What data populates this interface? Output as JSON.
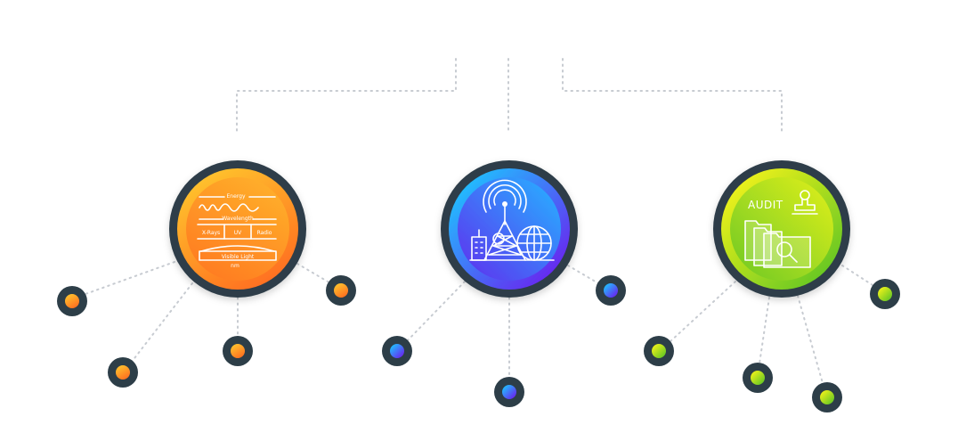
{
  "colors": {
    "ring": "#2d3e48",
    "connector": "#c7cbd1",
    "orange": [
      "#ffc62e",
      "#ff6a1f"
    ],
    "blue": [
      "#1fc2ff",
      "#6a22ef"
    ],
    "green": [
      "#f2f21a",
      "#62c624"
    ]
  },
  "hubs": [
    {
      "id": "spectrum",
      "icon": "electromagnetic-spectrum-icon",
      "labels": {
        "energy": "Energy",
        "wavelength": "Wavelength",
        "xrays": "X-Rays",
        "uv": "UV",
        "radio": "Radio",
        "visible": "Visible Light",
        "nm": "nm"
      }
    },
    {
      "id": "telecom",
      "icon": "radio-tower-globe-icon"
    },
    {
      "id": "audit",
      "icon": "audit-folders-stamp-icon",
      "labels": {
        "audit": "AUDIT"
      }
    }
  ]
}
